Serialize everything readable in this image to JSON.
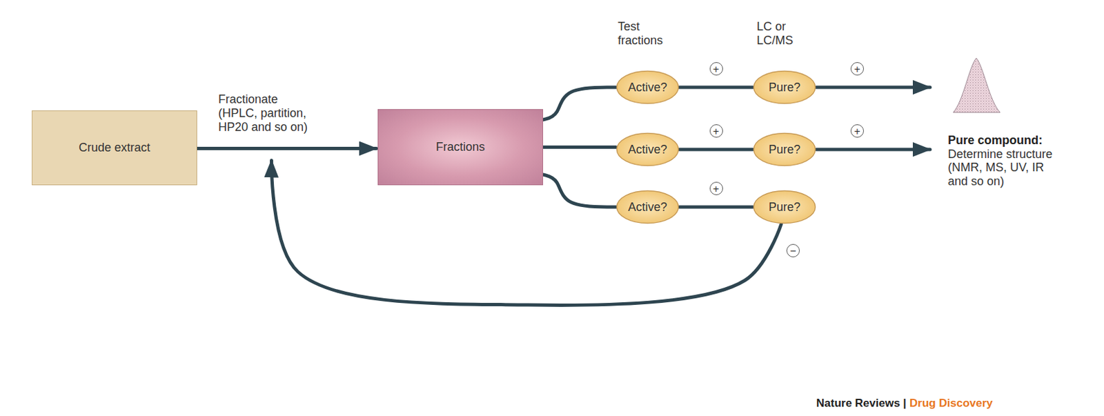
{
  "diagram": {
    "nodes": [
      {
        "text": [
          "Crude extract"
        ]
      },
      {
        "text": [
          "Fractions"
        ]
      },
      {
        "text": [
          "Active?"
        ]
      },
      {
        "text": [
          "Pure?"
        ]
      },
      {
        "text": [
          "Active?"
        ]
      },
      {
        "text": [
          "Pure?"
        ]
      },
      {
        "text": [
          "Active?"
        ]
      },
      {
        "text": [
          "Pure?"
        ]
      },
      {
        "text": [
          "Pure compound:",
          "Determine structure (NMR, MS, UV, IR and so on)"
        ]
      }
    ],
    "edges": [
      {
        "from": 0,
        "to": 1,
        "arrow": "to",
        "label": "Fractionate (HPLC, partition, HP20 and so on)"
      },
      {
        "from": 1,
        "to": 2,
        "arrow": "none"
      },
      {
        "from": 1,
        "to": 4,
        "arrow": "none"
      },
      {
        "from": 1,
        "to": 6,
        "arrow": "none"
      },
      {
        "from": 2,
        "to": 3,
        "arrow": "none",
        "label": "+"
      },
      {
        "from": 3,
        "to": 8,
        "arrow": "to",
        "label": "+"
      },
      {
        "from": 4,
        "to": 5,
        "arrow": "none",
        "label": "+"
      },
      {
        "from": 5,
        "to": 8,
        "arrow": "to",
        "label": "+"
      },
      {
        "from": 6,
        "to": 7,
        "arrow": "none",
        "label": "+"
      },
      {
        "from": 7,
        "to": 1,
        "arrow": "to",
        "label": "−"
      }
    ],
    "labels": [
      "Test fractions",
      "LC or LC/MS",
      "Nature Reviews |",
      "Drug Discovery"
    ]
  }
}
